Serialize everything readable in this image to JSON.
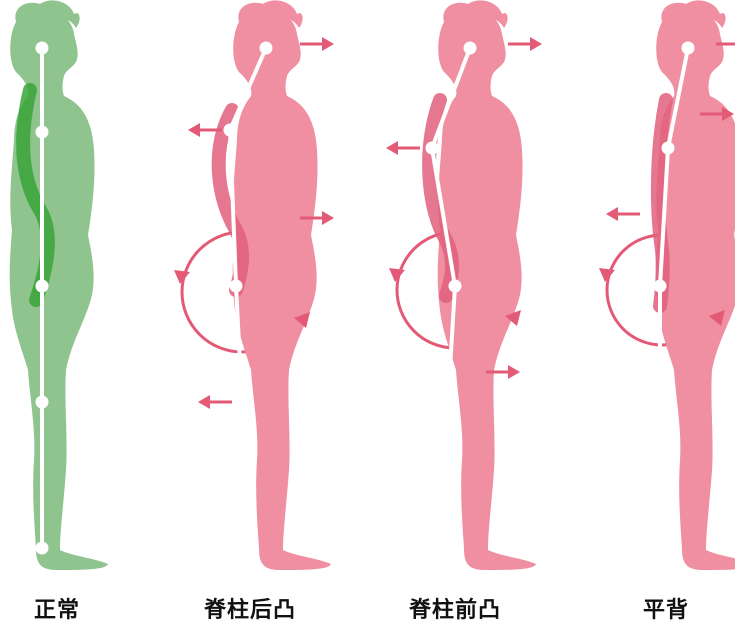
{
  "colors": {
    "normal_body": "#8fc48e",
    "normal_spine": "#3aa43a",
    "pink_body": "#ef8fa1",
    "pink_spine": "#e0607c",
    "arrow": "#e35a76",
    "skeleton": "#ffffff"
  },
  "figures": [
    {
      "id": "normal",
      "label": "正常",
      "color_key": "normal"
    },
    {
      "id": "kyphosis",
      "label": "脊柱后凸",
      "color_key": "pink"
    },
    {
      "id": "lordosis",
      "label": "脊柱前凸",
      "color_key": "pink"
    },
    {
      "id": "flat-back",
      "label": "平背",
      "color_key": "pink"
    }
  ]
}
